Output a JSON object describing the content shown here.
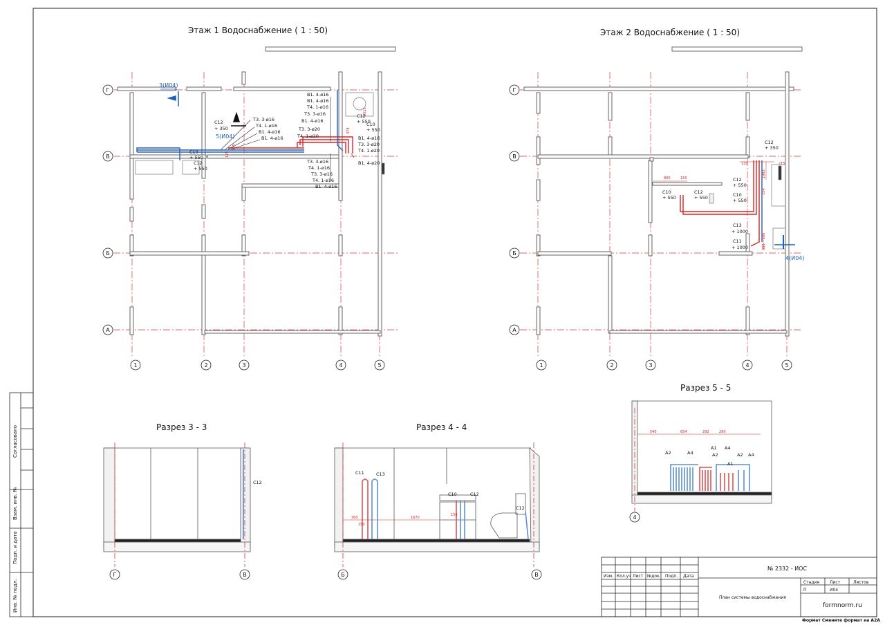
{
  "views": {
    "plan1_title": "Этаж 1 Водоснабжение ( 1 : 50)",
    "plan2_title": "Этаж 2 Водоснабжение ( 1 : 50)",
    "section33_title": "Разрез 3 - 3",
    "section44_title": "Разрез 4 - 4",
    "section55_title": "Разрез 5 - 5"
  },
  "axes": {
    "rows": [
      "Г",
      "В",
      "Б",
      "А"
    ],
    "cols": [
      "1",
      "2",
      "3",
      "4",
      "5"
    ],
    "sec33": [
      "Г",
      "В"
    ],
    "sec44": [
      "Б",
      "В"
    ],
    "sec55": [
      "4"
    ]
  },
  "plan1": {
    "callout_left": "3(И04)",
    "callout_mid": "5(И04)",
    "c12_top": "С12",
    "c12_top_elev": "+ 350",
    "c10_left": "С10",
    "c10_left_elev": "+ 550",
    "c12_left": "С12",
    "c12_left_elev": "+ 550",
    "c12_right": "С12",
    "c12_right_elev": "+ 550",
    "c10_right": "С10",
    "c10_right_elev": "+ 550",
    "pipe_labels_mid": [
      "Т3. 3-ø16",
      "Т4. 1-ø16",
      "В1. 4-ø16",
      "В1. 4-ø16"
    ],
    "pipe_labels_top": [
      "В1. 4-ø16",
      "В1. 4-ø16",
      "Т4. 1-ø16",
      "Т3. 3-ø16",
      "В1. 4-ø16",
      "Т3. 3-ø20",
      "Т4. 1-ø20"
    ],
    "pipe_labels_right": [
      "В1. 4-ø16",
      "Т3. 3-ø20",
      "Т4. 1-ø20",
      "В1. 4-ø20"
    ],
    "pipe_labels_bottom": [
      "Т3. 3-ø16",
      "Т4. 1-ø16",
      "Т3. 3-ø16",
      "Т4. 1-ø16",
      "В1. 4-ø16"
    ],
    "dims": [
      "3513",
      "378",
      "125",
      "175"
    ]
  },
  "plan2": {
    "callout": "4(И04)",
    "c12_top": "С12",
    "c12_top_elev": "+ 350",
    "c12_a": "С12",
    "c12_a_elev": "+ 550",
    "c10_a": "С10",
    "c10_a_elev": "+ 550",
    "c10_b": "С10",
    "c10_b_elev": "+ 550",
    "c12_b": "С12",
    "c12_b_elev": "+ 550",
    "c13": "С13",
    "c13_elev": "+ 1000",
    "c11": "С11",
    "c11_elev": "+ 1000",
    "dims": [
      "800",
      "150",
      "130",
      "215",
      "1983",
      "154",
      "388",
      "155"
    ]
  },
  "section33": {
    "label": "С12"
  },
  "section44": {
    "labels": [
      "С11",
      "С13",
      "С10",
      "С12",
      "С12"
    ],
    "dims": [
      "360",
      "150",
      "1670",
      "150"
    ]
  },
  "section55": {
    "dims": [
      "540",
      "654",
      "292",
      "290"
    ],
    "labels": [
      "А2",
      "А4",
      "А1",
      "А2",
      "А4",
      "А1",
      "А2",
      "А4"
    ]
  },
  "stamp": {
    "left_cells": [
      "Согласовано",
      "Взам. инв. №",
      "Подп. и дата",
      "Инв. № подл."
    ],
    "headers": [
      "Изм.",
      "Кол.уч",
      "Лист",
      "№док.",
      "Подп.",
      "Дата"
    ],
    "doc_number": "№ 2332 - ИОС",
    "sheet_title": "План системы водоснабжения",
    "stage_label": "Стадия",
    "sheet_label": "Лист",
    "sheets_label": "Листов",
    "stage": "П",
    "sheet": "И04",
    "site": "formnorm.ru",
    "format_note": "Формат Смените формат на А2А"
  }
}
